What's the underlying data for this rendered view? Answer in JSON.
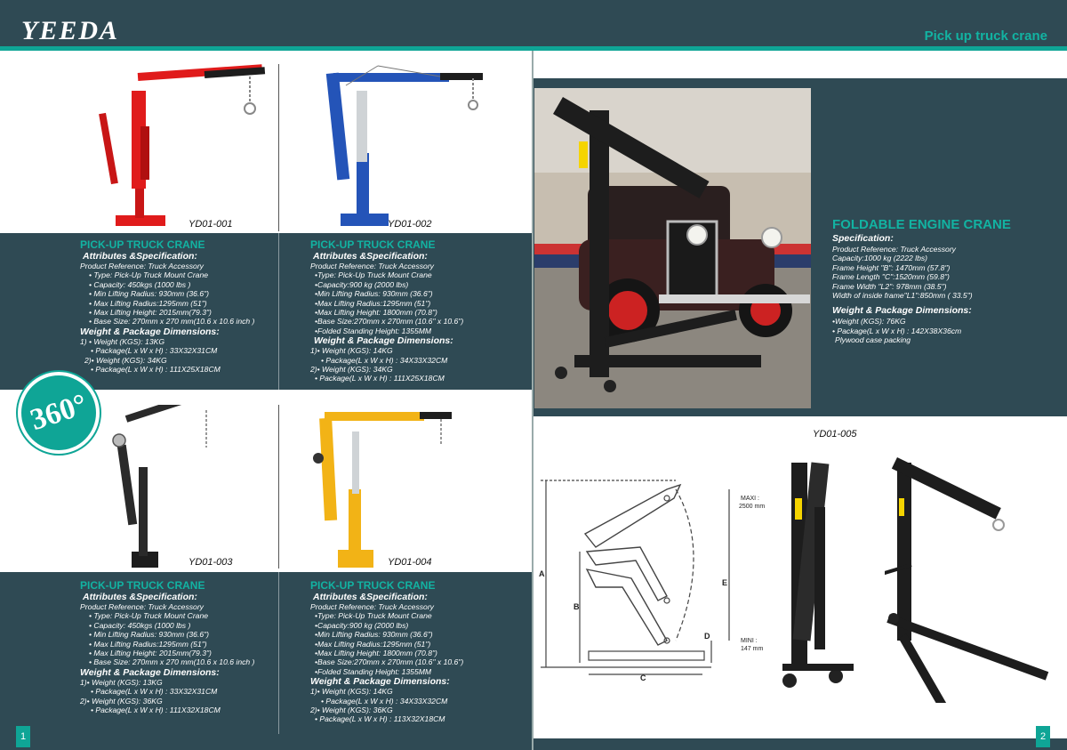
{
  "brand": {
    "logo": "YEEDA",
    "header_title": "Pick up truck crane"
  },
  "badge": {
    "label": "360°"
  },
  "pages": {
    "left": "1",
    "right": "2"
  },
  "products": [
    {
      "model": "YD01-001",
      "title": "PICK-UP TRUCK CRANE",
      "attr_heading": "Attributes &Specification:",
      "reference": "Product Reference: Truck Accessory",
      "specs": [
        "• Type: Pick-Up Truck Mount Crane",
        "• Capacity:  450kgs (1000 lbs )",
        "• Min Lifting Radius: 930mm (36.6\")",
        "• Max Lifting Radius:1295mm (51\")",
        "• Max Lifting Height: 2015mm(79.3\")",
        "• Base Size: 270mm x 270 mm(10.6 x 10.6 inch )"
      ],
      "weight_heading": "Weight & Package Dimensions:",
      "w1": "1) • Weight (KGS): 13KG",
      "p1": "• Package(L x W x H) : 33X32X31CM",
      "w2": "2)• Weight (KGS): 34KG",
      "p2": "• Package(L x W x H) : 111X25X18CM"
    },
    {
      "model": "YD01-002",
      "title": "PICK-UP TRUCK CRANE",
      "attr_heading": "Attributes &Specification:",
      "reference": "Product Reference: Truck Accessory",
      "specs": [
        "•Type: Pick-Up Truck Mount Crane",
        "•Capacity:900 kg (2000 lbs)",
        "•Min Lifting Radius: 930mm (36.6\")",
        "•Max Lifting Radius:1295mm (51\")",
        "•Max Lifting Height: 1800mm (70.8\")",
        "•Base Size:270mm x 270mm (10.6\" x 10.6\")",
        "•Folded Standing Height:  1355MM"
      ],
      "weight_heading": "Weight & Package Dimensions:",
      "w1": "1)• Weight (KGS): 14KG",
      "p1": "• Package(L x W x H) : 34X33X32CM",
      "w2": "2)• Weight (KGS): 34KG",
      "p2": "• Package(L x W x H) : 111X25X18CM"
    },
    {
      "model": "YD01-003",
      "title": "PICK-UP TRUCK CRANE",
      "attr_heading": "Attributes &Specification:",
      "reference": "Product Reference: Truck Accessory",
      "specs": [
        "• Type: Pick-Up Truck Mount Crane",
        "• Capacity:  450kgs (1000 lbs )",
        "• Min Lifting Radius: 930mm (36.6\")",
        "• Max Lifting Radius:1295mm (51\")",
        "• Max Lifting Height: 2015mm(79.3\")",
        "• Base Size: 270mm x 270 mm(10.6 x 10.6 inch )"
      ],
      "weight_heading": "Weight & Package Dimensions:",
      "w1": "1)• Weight (KGS): 13KG",
      "p1": "• Package(L x W x H) : 33X32X31CM",
      "w2": "2)• Weight (KGS): 36KG",
      "p2": "• Package(L x W x H) : 111X32X18CM"
    },
    {
      "model": "YD01-004",
      "title": "PICK-UP TRUCK CRANE",
      "attr_heading": "Attributes &Specification:",
      "reference": "Product Reference: Truck Accessory",
      "specs": [
        "•Type: Pick-Up Truck Mount Crane",
        "•Capacity:900 kg (2000 lbs)",
        "•Min Lifting Radius: 930mm (36.6\")",
        "•Max Lifting Radius:1295mm (51\")",
        "•Max Lifting Height: 1800mm (70.8\")",
        "•Base Size:270mm x 270mm (10.6\" x 10.6\")",
        "•Folded Standing Height:  1355MM"
      ],
      "weight_heading": "Weight & Package Dimensions:",
      "w1": "1)• Weight (KGS): 14KG",
      "p1": "• Package(L x W x H) : 34X33X32CM",
      "w2": "2)• Weight (KGS): 36KG",
      "p2": "• Package(L x W x H) : 113X32X18CM"
    }
  ],
  "engine_crane": {
    "model": "YD01-005",
    "title": "FOLDABLE ENGINE CRANE",
    "spec_heading": "Specification:",
    "specs": [
      "Product Reference: Truck Accessory",
      "Capacity:1000 kg (2222 lbs)",
      "Frame Height \"B\": 1470mm (57.8\")",
      "Frame Length \"C\":1520mm (59.8\")",
      "Frame Width \"L2\": 978mm (38.5\")",
      "Width of inside frame\"L1\":850mm ( 33.5\")"
    ],
    "weight_heading": "Weight & Package Dimensions:",
    "weight": "•Weight (KGS): 76KG",
    "package": "• Package(L x W x H) : 142X38X36cm",
    "packing": "Plywood case packing",
    "diagram_labels": {
      "maxi": "MAXI :",
      "maxi_val": "2500 mm",
      "mini": "MINI :",
      "mini_val": "147 mm",
      "a": "A",
      "b": "B",
      "c": "C",
      "d": "D",
      "e": "E"
    }
  },
  "colors": {
    "panel": "#2f4a54",
    "accent": "#0fa596",
    "accent_text": "#12b3a2",
    "crane_red": "#e01b1b",
    "crane_blue": "#2454b8",
    "crane_yellow": "#f2b316",
    "crane_black": "#1d1d1d"
  }
}
